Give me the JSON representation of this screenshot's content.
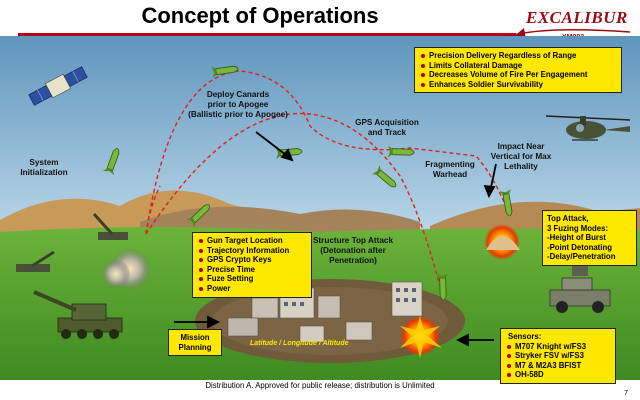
{
  "title": "Concept of Operations",
  "logo": {
    "word": "EXCALIBUR",
    "sub": "XM982"
  },
  "benefits": [
    "Precision Delivery Regardless of Range",
    "Limits Collateral Damage",
    "Decreases Volume of Fire Per Engagement",
    "Enhances Soldier Survivability"
  ],
  "labels": {
    "system_init": [
      "System",
      "Initialization"
    ],
    "deploy_canards": [
      "Deploy Canards",
      "prior to Apogee",
      "(Ballistic prior to Apogee)"
    ],
    "gps_acq": [
      "GPS Acquisition",
      "and Track"
    ],
    "fragmenting": [
      "Fragmenting",
      "Warhead"
    ],
    "impact": [
      "Impact Near",
      "Vertical for Max",
      "Lethality"
    ],
    "structure": [
      "Structure Top Attack",
      "(Detonation after",
      "Penetration)"
    ],
    "mission": [
      "Mission",
      "Planning"
    ],
    "coords": "Latitude / Longitude / Altitude"
  },
  "gun_target": [
    "Gun Target Location",
    "Trajectory Information",
    "GPS Crypto Keys",
    "Precise Time",
    "Fuze Setting",
    "Power"
  ],
  "top_attack": {
    "heading": [
      "Top Attack,",
      "3 Fuzing Modes:"
    ],
    "modes": [
      "-Height of Burst",
      "-Point Detonating",
      "-Delay/Penetration"
    ]
  },
  "sensors": {
    "heading": "Sensors:",
    "items": [
      "M707 Knight w/FS3",
      "Stryker FSV w/FS3",
      "M7 & M2A3 BFIST",
      "OH-58D"
    ]
  },
  "footer": "Distribution A. Approved for public release; distribution is Unlimited",
  "page": "7",
  "colors": {
    "title_rule": "#b8001a",
    "box": "#ffe800",
    "trajectory": "#e0201a",
    "sky": "#9fc6dc",
    "ground": "#4f9e2c"
  },
  "icons": [
    "satellite-icon",
    "helicopter-icon",
    "projectile-icon",
    "howitzer-icon",
    "humvee-icon",
    "explosion-icon",
    "building-icon"
  ]
}
